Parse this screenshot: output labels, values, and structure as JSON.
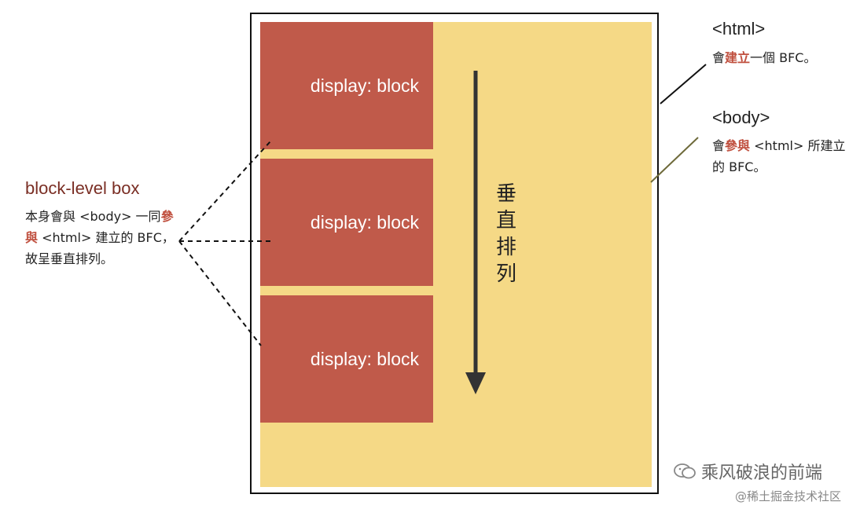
{
  "blocks": [
    {
      "label": "display: block"
    },
    {
      "label": "display: block"
    },
    {
      "label": "display: block"
    }
  ],
  "vertical_label": [
    "垂",
    "直",
    "排",
    "列"
  ],
  "html_note": {
    "title": "<html>",
    "desc_parts": [
      "會",
      "建立",
      "一個 BFC。"
    ]
  },
  "body_note": {
    "title": "<body>",
    "desc_parts": [
      "會",
      "參與",
      " <html> 所建立的 BFC。"
    ]
  },
  "block_note": {
    "title": "block-level box",
    "desc_parts": [
      "本身會與 <body> 一同",
      "參與",
      " <html> 建立的 BFC，故呈垂直排列。"
    ]
  },
  "watermark": {
    "text": "乘风破浪的前端",
    "sub": "@稀土掘金技术社区"
  },
  "colors": {
    "block": "#c05a4a",
    "body": "#f5d986",
    "highlight": "#c0503f"
  }
}
